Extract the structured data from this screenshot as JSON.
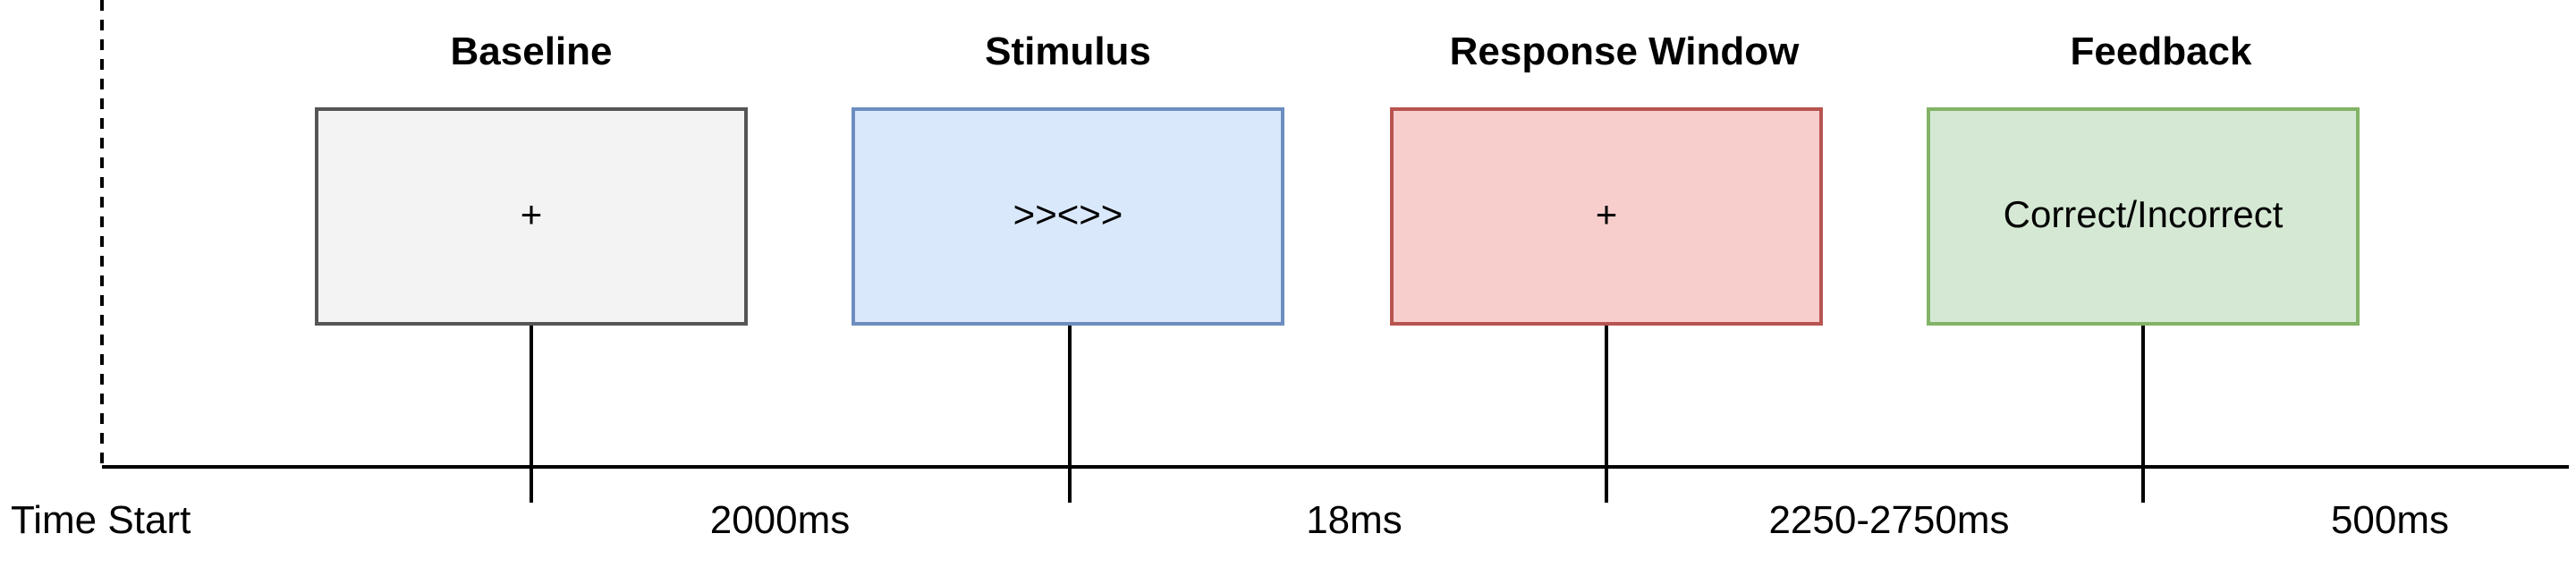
{
  "timeline": {
    "start_label": "Time Start"
  },
  "phases": [
    {
      "title": "Baseline",
      "content": "+",
      "duration": "2000ms",
      "fill": "#f3f3f3",
      "stroke": "#555555"
    },
    {
      "title": "Stimulus",
      "content": ">><>>",
      "duration": "18ms",
      "fill": "#dae8fc",
      "stroke": "#6c8ebf"
    },
    {
      "title": "Response Window",
      "content": "+",
      "duration": "2250-2750ms",
      "fill": "#f8cecc",
      "stroke": "#b85450"
    },
    {
      "title": "Feedback",
      "content": "Correct/Incorrect",
      "duration": "500ms",
      "fill": "#d5e8d4",
      "stroke": "#82b366"
    }
  ]
}
